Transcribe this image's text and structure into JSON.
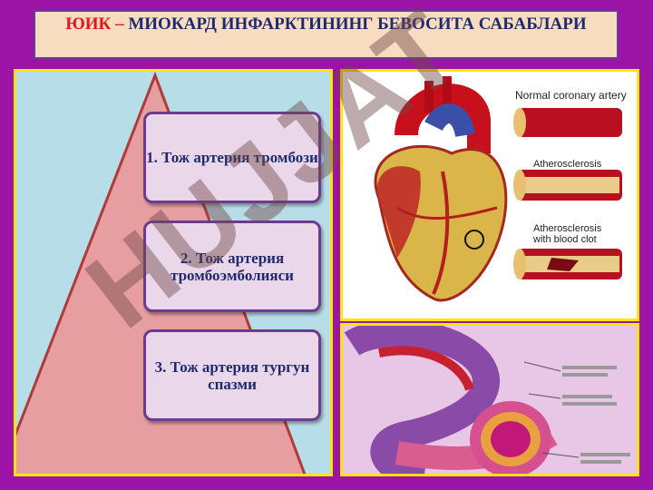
{
  "title": {
    "red_part": "ЮИК –",
    "rest": " МИОКАРД ИНФАРКТИНИНГ БЕВОСИТА САБАБЛАРИ"
  },
  "causes": [
    {
      "text": "1. Тож артерия тромбози"
    },
    {
      "text": "2. Тож артерия тромбоэмболияси"
    },
    {
      "text": "3. Тож артерия тургун спазми"
    }
  ],
  "artery_image": {
    "labels": [
      "Normal coronary artery",
      "Atherosclerosis",
      "Atherosclerosis",
      "with blood clot"
    ]
  },
  "watermark": "HUJJAT",
  "colors": {
    "background": "#9b14a6",
    "title_red": "#e0141c",
    "title_navy": "#1f2a6e",
    "frame_yellow": "#ffe600",
    "pyramid": "#e79ea0"
  }
}
